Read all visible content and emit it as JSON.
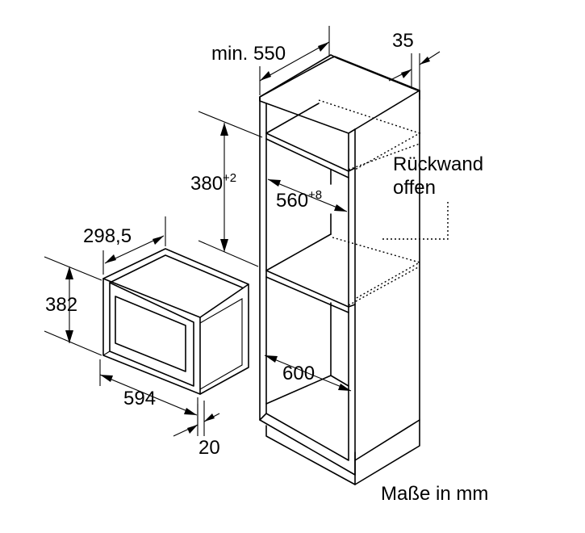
{
  "labels": {
    "depth_min": "min. 550",
    "gap_side": "35",
    "niche_height": "380",
    "niche_height_tol": "+2",
    "niche_width": "560",
    "niche_width_tol": "+8",
    "back_wall_line1": "Rückwand",
    "back_wall_line2": "offen",
    "appliance_depth": "298,5",
    "appliance_height": "382",
    "cabinet_depth": "600",
    "appliance_width": "594",
    "front_offset": "20",
    "units": "Maße in mm"
  }
}
